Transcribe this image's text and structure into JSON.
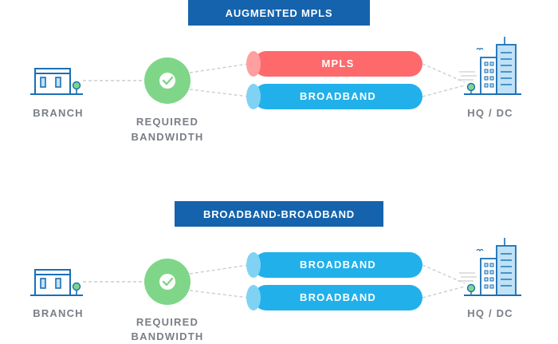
{
  "sections": [
    {
      "title": "AUGMENTED MPLS",
      "branch_label": "BRANCH",
      "bandwidth_label_line1": "REQUIRED",
      "bandwidth_label_line2": "BANDWIDTH",
      "hq_label": "HQ / DC",
      "pipes": [
        {
          "label": "MPLS",
          "color": "#fe6a6c",
          "cap_color": "#ff9f9f"
        },
        {
          "label": "BROADBAND",
          "color": "#21b0ea",
          "cap_color": "#7fd2f3"
        }
      ]
    },
    {
      "title": "BROADBAND-BROADBAND",
      "branch_label": "BRANCH",
      "bandwidth_label_line1": "REQUIRED",
      "bandwidth_label_line2": "BANDWIDTH",
      "hq_label": "HQ / DC",
      "pipes": [
        {
          "label": "BROADBAND",
          "color": "#21b0ea",
          "cap_color": "#7fd2f3"
        },
        {
          "label": "BROADBAND",
          "color": "#21b0ea",
          "cap_color": "#7fd2f3"
        }
      ]
    }
  ],
  "colors": {
    "title_bg": "#1463ac",
    "check_circle": "#7fd688",
    "building_stroke": "#1a6fb5",
    "building_fill": "#bfe2f6",
    "tree": "#7fd688",
    "connector": "#c9ced3"
  }
}
